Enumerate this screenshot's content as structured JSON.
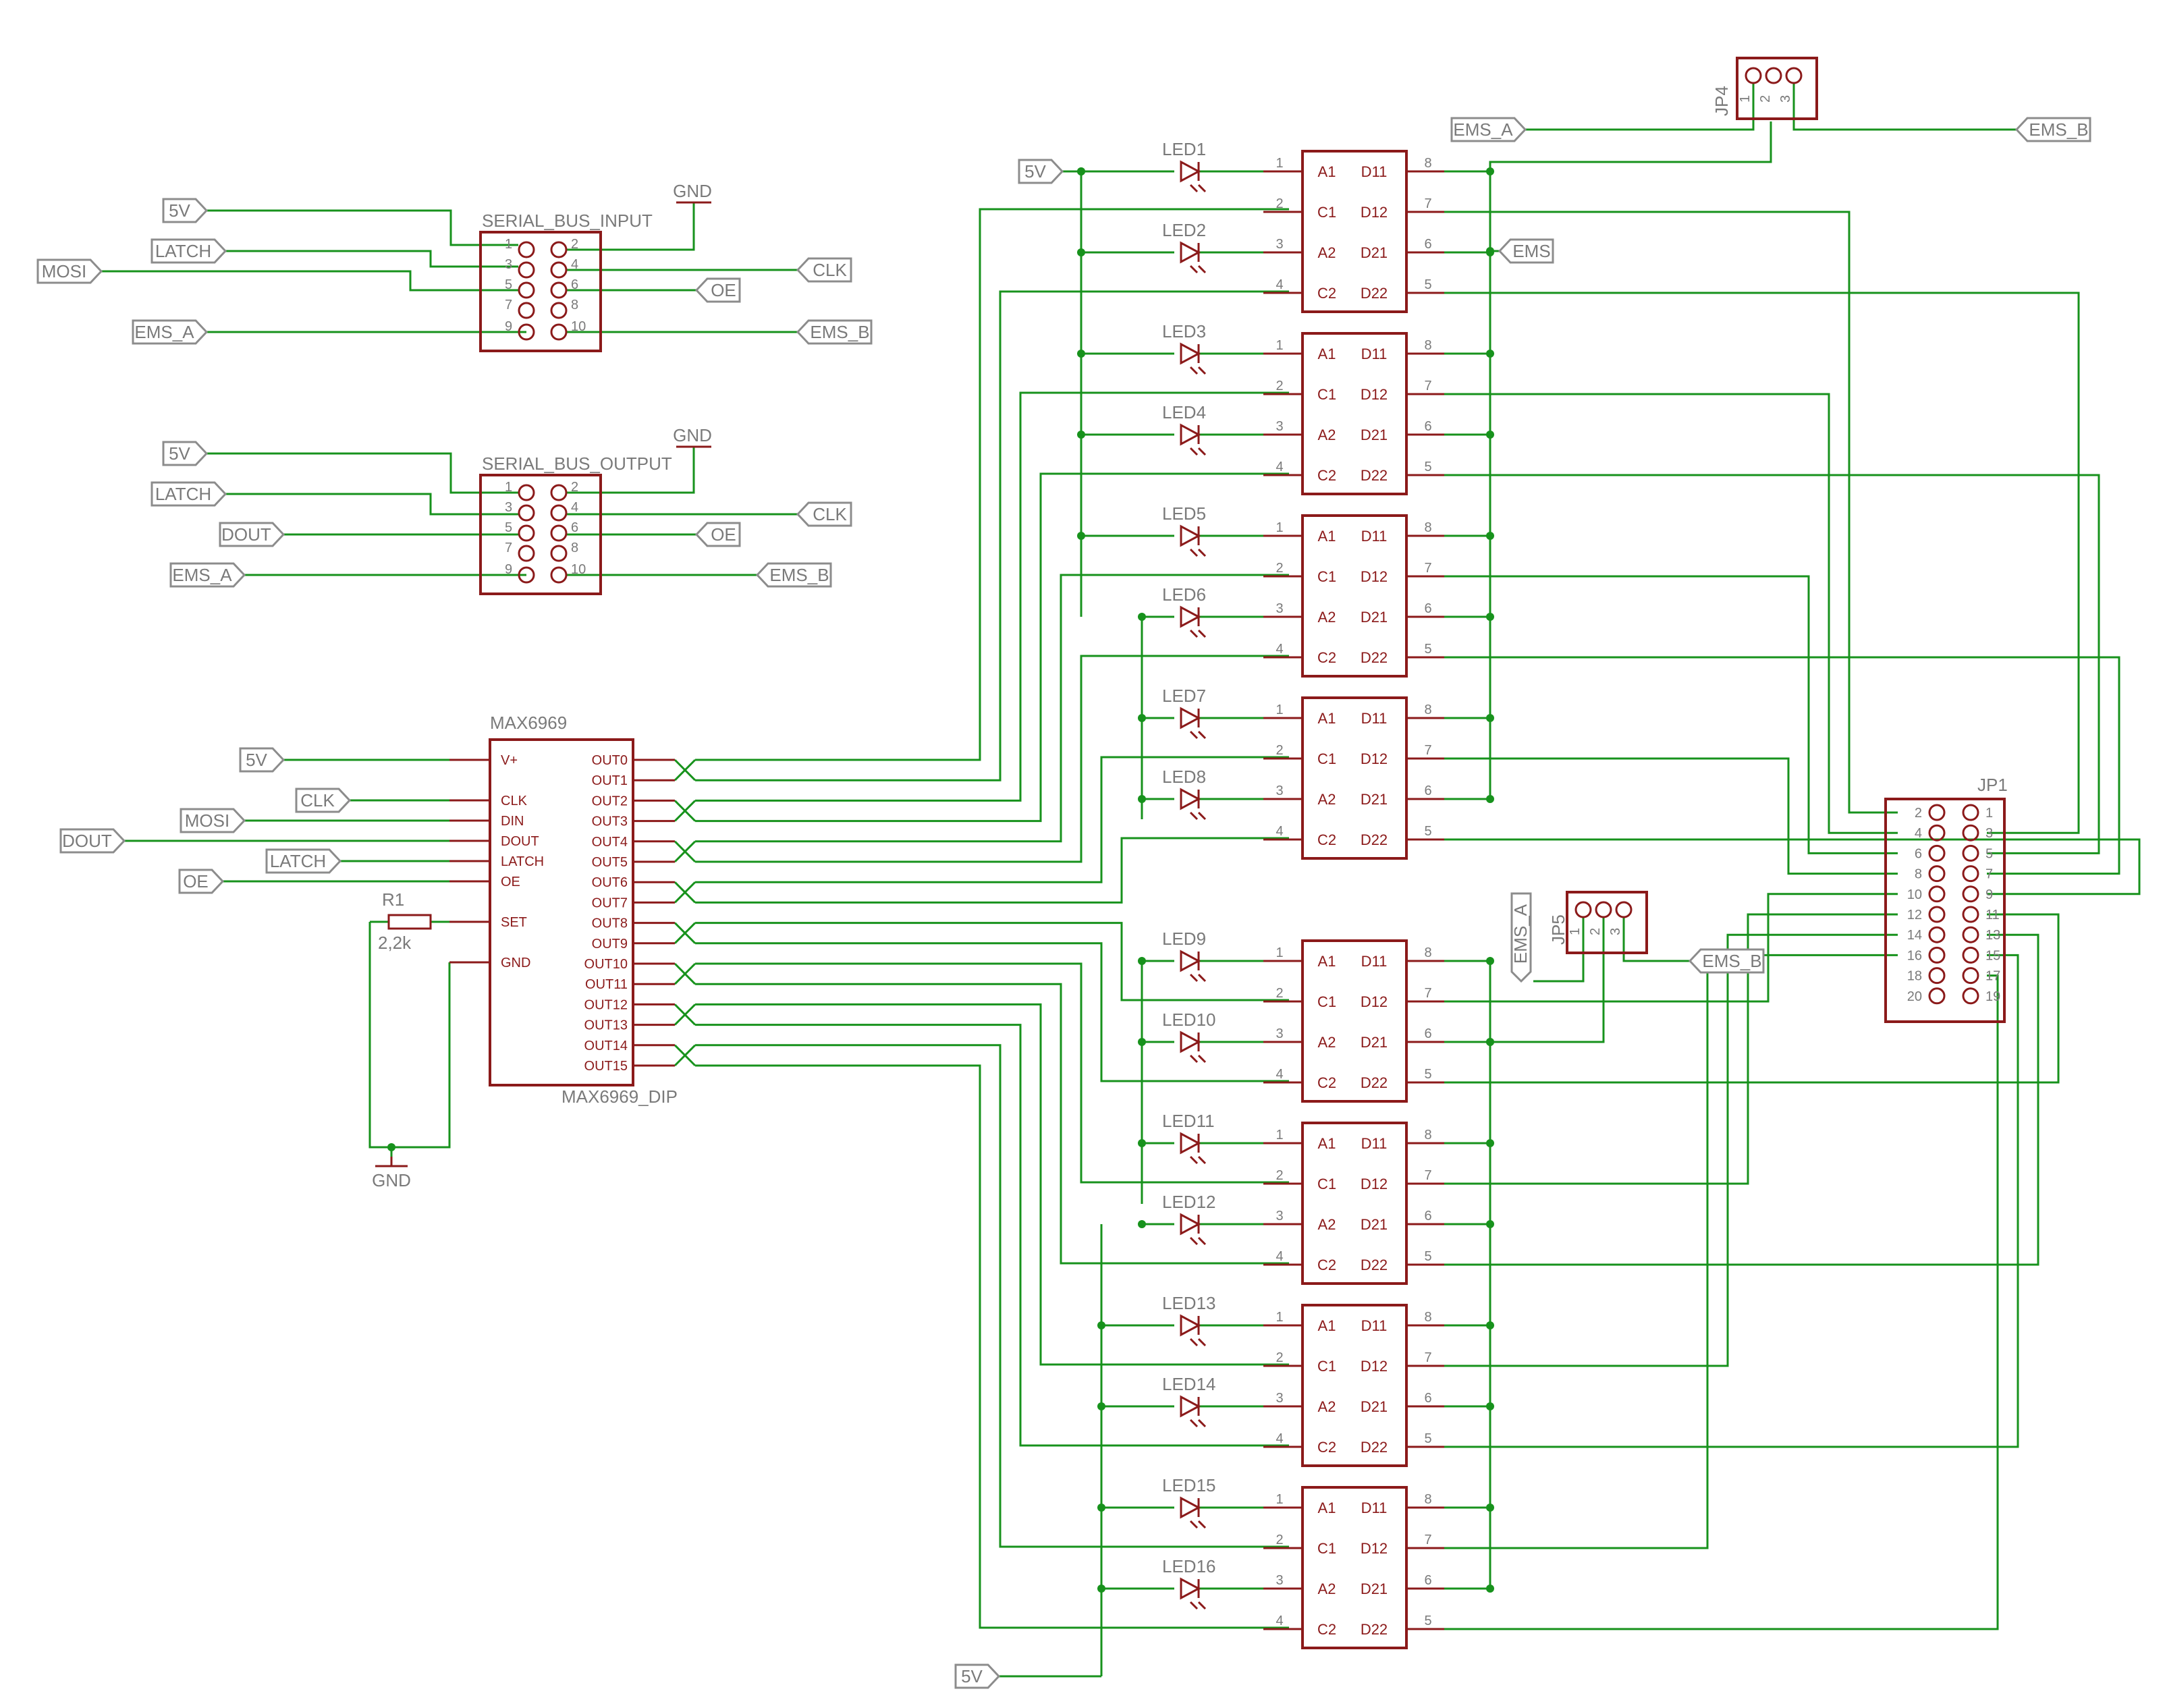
{
  "nets": {
    "v5": "5V",
    "gnd": "GND",
    "mosi": "MOSI",
    "latch": "LATCH",
    "clk": "CLK",
    "oe": "OE",
    "dout": "DOUT",
    "ems_a": "EMS_A",
    "ems_b": "EMS_B",
    "ems": "EMS"
  },
  "serial_input": {
    "name": "SERIAL_BUS_INPUT",
    "pins": [
      "1",
      "2",
      "3",
      "4",
      "5",
      "6",
      "7",
      "8",
      "9",
      "10"
    ]
  },
  "serial_output": {
    "name": "SERIAL_BUS_OUTPUT",
    "pins": [
      "1",
      "2",
      "3",
      "4",
      "5",
      "6",
      "7",
      "8",
      "9",
      "10"
    ]
  },
  "ic": {
    "name": "MAX6969",
    "value": "MAX6969_DIP",
    "left_pins": [
      "V+",
      "CLK",
      "DIN",
      "DOUT",
      "LATCH",
      "OE",
      "SET",
      "GND"
    ],
    "right_pins": [
      "OUT0",
      "OUT1",
      "OUT2",
      "OUT3",
      "OUT4",
      "OUT5",
      "OUT6",
      "OUT7",
      "OUT8",
      "OUT9",
      "OUT10",
      "OUT11",
      "OUT12",
      "OUT13",
      "OUT14",
      "OUT15"
    ]
  },
  "resistor": {
    "name": "R1",
    "value": "2,2k"
  },
  "leds": [
    "LED1",
    "LED2",
    "LED3",
    "LED4",
    "LED5",
    "LED6",
    "LED7",
    "LED8",
    "LED9",
    "LED10",
    "LED11",
    "LED12",
    "LED13",
    "LED14",
    "LED15",
    "LED16"
  ],
  "digit_block": {
    "left_labels": [
      "A1",
      "C1",
      "A2",
      "C2"
    ],
    "right_labels": [
      "D11",
      "D12",
      "D21",
      "D22"
    ],
    "left_pins": [
      "1",
      "2",
      "3",
      "4"
    ],
    "right_pins": [
      "8",
      "7",
      "6",
      "5"
    ]
  },
  "jp1": {
    "name": "JP1",
    "left_pins": [
      "2",
      "4",
      "6",
      "8",
      "10",
      "12",
      "14",
      "16",
      "18",
      "20"
    ],
    "right_pins": [
      "1",
      "3",
      "5",
      "7",
      "9",
      "11",
      "13",
      "15",
      "17",
      "19"
    ]
  },
  "jp4": {
    "name": "JP4",
    "pins": [
      "1",
      "2",
      "3"
    ]
  },
  "jp5": {
    "name": "JP5",
    "pins": [
      "1",
      "2",
      "3"
    ]
  }
}
